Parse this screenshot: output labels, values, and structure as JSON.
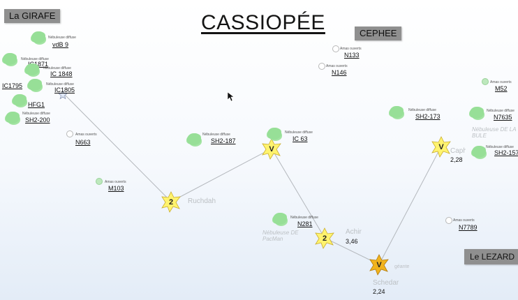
{
  "title": "CASSIOPÉE",
  "neighbors": {
    "girafe": "La GIRAFE",
    "cephee": "CEPHEE",
    "lezard": "Le LEZARD"
  },
  "objects": [
    {
      "id": "vdb9",
      "kind": "nebula",
      "type_label": "Nébuleuse diffuse",
      "name": "vdB 9"
    },
    {
      "id": "ic1871",
      "kind": "nebula",
      "type_label": "Nébuleuse diffuse",
      "name": "IC1871"
    },
    {
      "id": "ic1848",
      "kind": "nebula",
      "type_label": "Nébuleuse diffuse",
      "name": "IC 1848"
    },
    {
      "id": "ic1795",
      "kind": "nebula",
      "type_label": "",
      "name": "IC1795"
    },
    {
      "id": "ic1805",
      "kind": "nebula",
      "type_label": "Nébuleuse diffuse",
      "name": "IC1805"
    },
    {
      "id": "hfg1",
      "kind": "nebula",
      "type_label": "",
      "name": "HFG1"
    },
    {
      "id": "sh2200",
      "kind": "nebula",
      "type_label": "Nébuleuse diffuse",
      "name": "SH2-200"
    },
    {
      "id": "n663",
      "kind": "cluster",
      "type_label": "Amas ouverts",
      "name": "N663"
    },
    {
      "id": "m103",
      "kind": "cluster",
      "type_label": "Amas ouverts",
      "name": "M103"
    },
    {
      "id": "sh2187",
      "kind": "nebula",
      "type_label": "Nébuleuse diffuse",
      "name": "SH2-187"
    },
    {
      "id": "ic63",
      "kind": "nebula",
      "type_label": "Nébuleuse diffuse",
      "name": "IC 63"
    },
    {
      "id": "n133",
      "kind": "cluster",
      "type_label": "Amas ouverts",
      "name": "N133"
    },
    {
      "id": "n146",
      "kind": "cluster",
      "type_label": "Amas ouverts",
      "name": "N146"
    },
    {
      "id": "n281",
      "kind": "nebula",
      "type_label": "Nébuleuse diffuse",
      "name": "N281"
    },
    {
      "id": "sh2173",
      "kind": "nebula",
      "type_label": "Nébuleuse diffuse",
      "name": "SH2-173"
    },
    {
      "id": "m52",
      "kind": "cluster",
      "type_label": "Amas ouverts",
      "name": "M52"
    },
    {
      "id": "n7635",
      "kind": "nebula",
      "type_label": "Nébuleuse diffuse",
      "name": "N7635"
    },
    {
      "id": "sh2157",
      "kind": "nebula",
      "type_label": "Nébuleuse diffuse",
      "name": "SH2-157"
    },
    {
      "id": "n7789",
      "kind": "cluster",
      "type_label": "Amas ouverts",
      "name": "N7789"
    }
  ],
  "stars": [
    {
      "id": "ruchbah",
      "marker": "2",
      "color": "#fff36e",
      "name": "Ruchdah",
      "mag": ""
    },
    {
      "id": "gamma",
      "marker": "V",
      "color": "#fff36e",
      "name": "",
      "mag": ""
    },
    {
      "id": "achir",
      "marker": "2",
      "color": "#fff36e",
      "name": "Achir",
      "mag": "3,46"
    },
    {
      "id": "schedar",
      "marker": "V",
      "color": "#f1b31c",
      "name": "Schedar",
      "mag": "2,24",
      "sublabel": "géante"
    },
    {
      "id": "caph",
      "marker": "V",
      "color": "#fff36e",
      "name": "Caph",
      "mag": "2,28"
    }
  ],
  "nebula_names": {
    "pacman": "Nébuleuse DE PacMan",
    "bulle": "Nébuleuse DE LA BULE"
  },
  "colors": {
    "nebula": "#97df97",
    "star_yellow": "#fff36e",
    "star_orange": "#f1b31c",
    "lines": "#b4b8bd",
    "box": "#8f8f8f"
  }
}
